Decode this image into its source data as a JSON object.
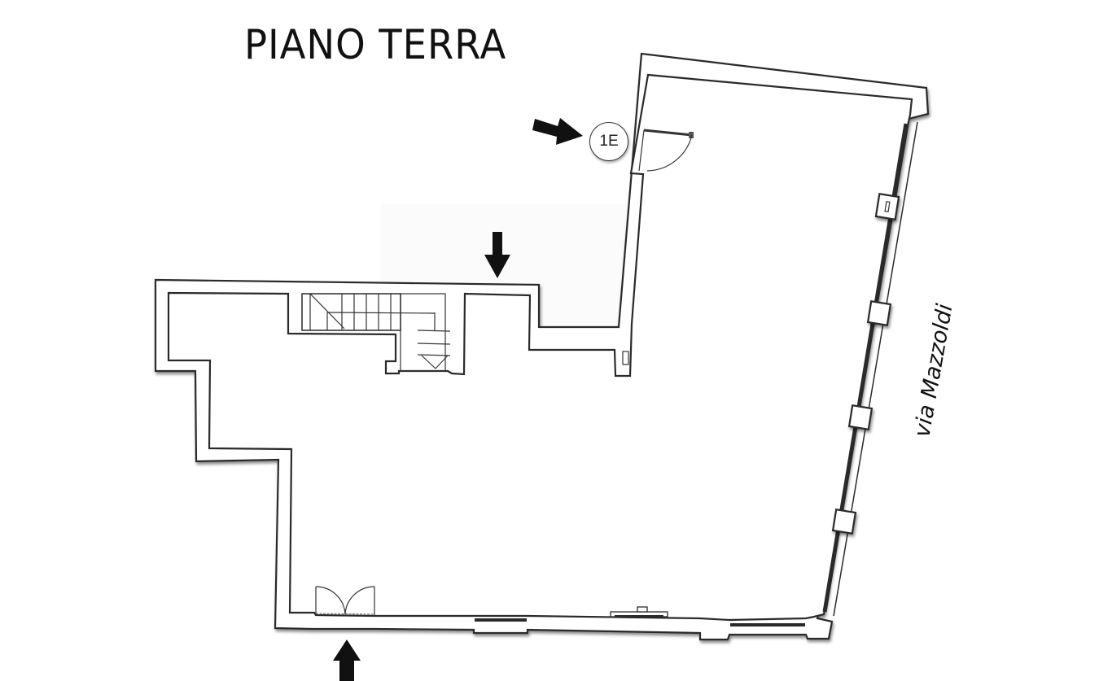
{
  "plan": {
    "title": "PIANO TERRA",
    "street_label": "via Mazzoldi",
    "unit_label": "1E",
    "wall_color": "#2a2a2a",
    "background_color": "#ffffff"
  },
  "annotations": {
    "arrows": [
      {
        "name": "unit-pointer-arrow",
        "direction": "right",
        "points_to": "1E"
      },
      {
        "name": "top-entrance-arrow",
        "direction": "down"
      },
      {
        "name": "bottom-entrance-arrow",
        "direction": "up"
      }
    ]
  },
  "features": {
    "staircase": "staircase",
    "doors": [
      "single-swing-door",
      "double-swing-door"
    ],
    "windows": [
      "bottom-wall-windows",
      "right-wall-windows"
    ]
  }
}
